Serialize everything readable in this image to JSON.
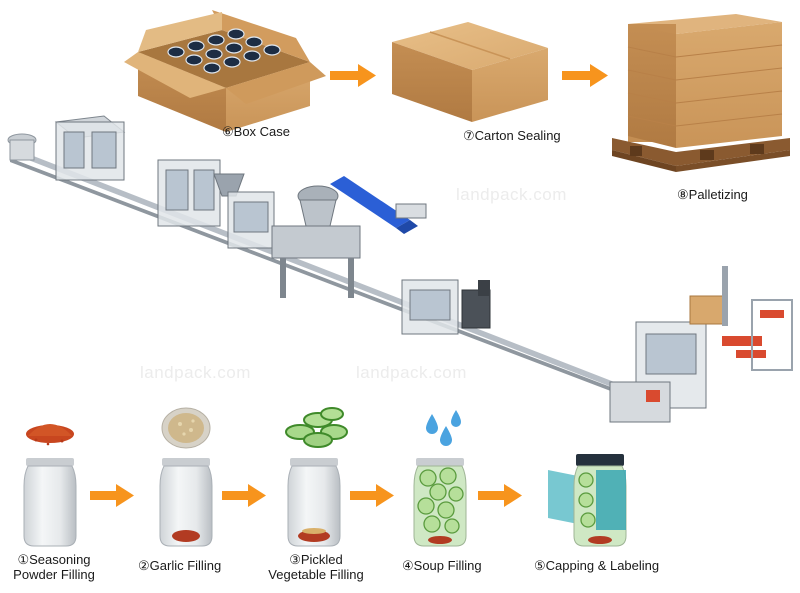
{
  "watermark": "landpack.com",
  "colors": {
    "arrow": "#f7941d",
    "cardboard": "#d8a86d",
    "machine": "#9aa3ad",
    "conveyor_blue": "#2b5fd6",
    "water": "#4aa3e0",
    "cucumber": "#9ad07a"
  },
  "steps_bottom": [
    {
      "marker": "①",
      "label_line1": "Seasoning",
      "label_line2": "Powder  Filling",
      "icon": "seasoning-powder-icon"
    },
    {
      "marker": "②",
      "label": "Garlic Filling",
      "icon": "garlic-paste-icon"
    },
    {
      "marker": "③",
      "label_line1": "Pickled",
      "label_line2": "Vegetable Filling",
      "icon": "cucumber-slices-icon"
    },
    {
      "marker": "④",
      "label": "Soup Filling",
      "icon": "water-drops-icon"
    },
    {
      "marker": "⑤",
      "label": "Capping & Labeling",
      "icon": "labeled-jar-icon"
    }
  ],
  "steps_top": [
    {
      "marker": "⑥",
      "label": "Box Case",
      "icon": "open-box-icon"
    },
    {
      "marker": "⑦",
      "label": "Carton Sealing",
      "icon": "sealed-carton-icon"
    },
    {
      "marker": "⑧",
      "label": "Palletizing",
      "icon": "pallet-stack-icon"
    }
  ]
}
